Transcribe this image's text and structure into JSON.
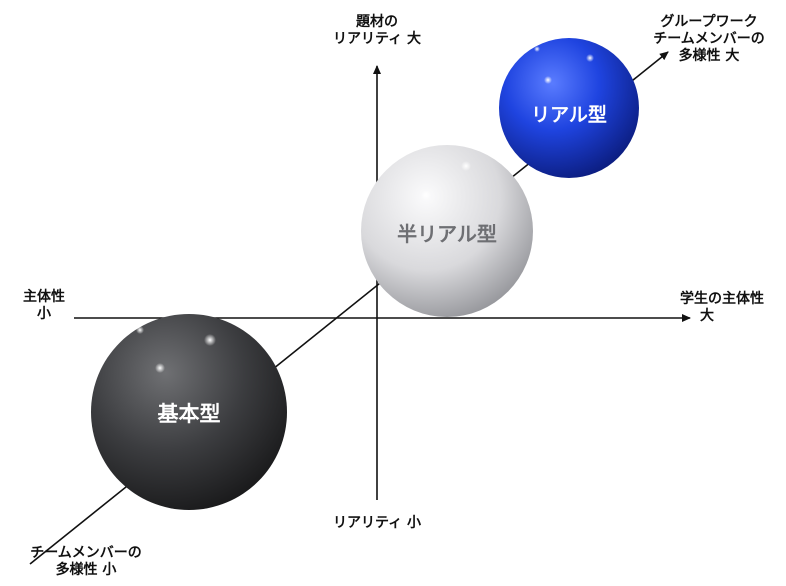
{
  "labels": {
    "top_line1": "題材の",
    "top_line2": "リアリティ 大",
    "bottom": "リアリティ 小",
    "left_line1": "主体性",
    "left_line2": "小",
    "right_line1": "学生の主体性",
    "right_line2": "大",
    "upper_right_line1": "グループワーク",
    "upper_right_line2": "チームメンバーの",
    "upper_right_line3": "多様性 大",
    "lower_left_line1": "チームメンバーの",
    "lower_left_line2": "多様性 小"
  },
  "spheres": {
    "real": {
      "label": "リアル型",
      "color": "#1d3fd6"
    },
    "semi_real": {
      "label": "半リアル型",
      "color": "#d8d8da"
    },
    "basic": {
      "label": "基本型",
      "color": "#3a3a3c"
    }
  },
  "colors": {
    "axis": "#111111",
    "text": "#111111"
  }
}
